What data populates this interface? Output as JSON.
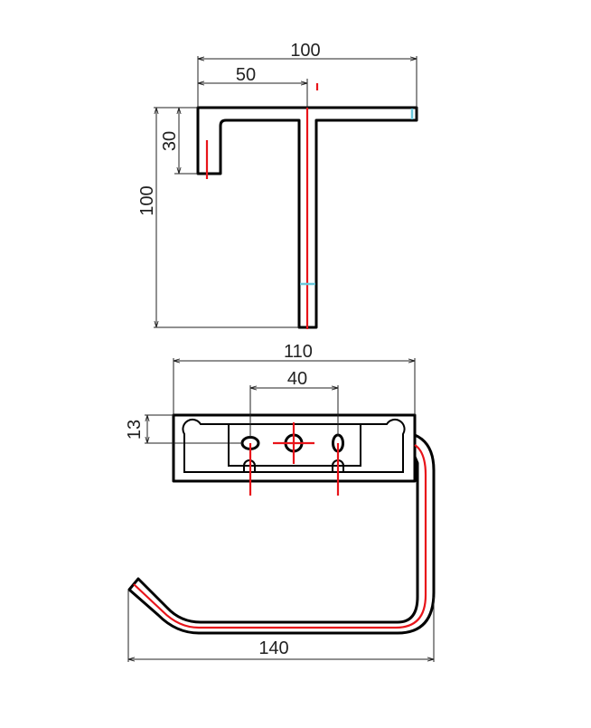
{
  "top_view": {
    "dim_width_total": "100",
    "dim_width_center": "50",
    "dim_leg_height": "30",
    "dim_height_total": "100"
  },
  "front_view": {
    "dim_plate_width": "110",
    "dim_hole_spacing": "40",
    "dim_hole_offset": "13",
    "dim_arm_width": "140"
  },
  "colors": {
    "outline": "#000000",
    "centerline": "#e8141a",
    "marker": "#6cc8dc"
  }
}
